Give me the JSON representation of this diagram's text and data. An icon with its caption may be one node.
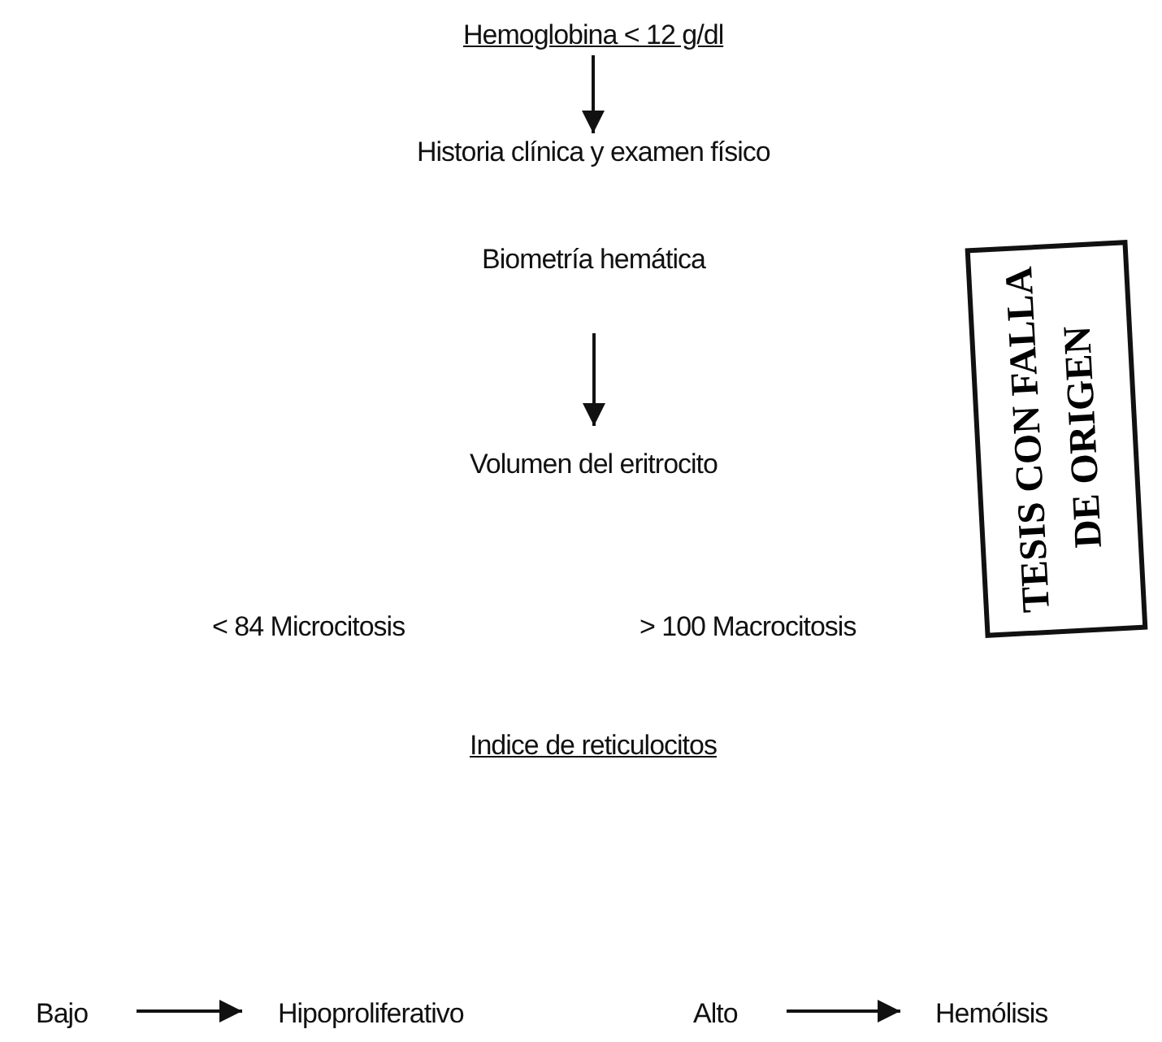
{
  "diagram": {
    "nodes": [
      {
        "text": [
          "Hemoglobina < 12 g/dl"
        ]
      },
      {
        "text": [
          "Historia clínica y examen físico"
        ]
      },
      {
        "text": [
          "Biometría hemática"
        ]
      },
      {
        "text": [
          "Volumen del eritrocito"
        ]
      },
      {
        "text": [
          "Bajo"
        ]
      },
      {
        "text": [
          "Hipoproliferativo"
        ]
      },
      {
        "text": [
          "Alto"
        ]
      },
      {
        "text": [
          "Hemólisis"
        ]
      },
      {
        "text": [
          "TESIS CON FALLA DE ORIGEN"
        ]
      }
    ],
    "edges": [
      {
        "from": 0,
        "to": 1,
        "arrow": "to"
      },
      {
        "from": 2,
        "to": 3,
        "arrow": "to"
      },
      {
        "from": 4,
        "to": 5,
        "arrow": "to"
      },
      {
        "from": 6,
        "to": 7,
        "arrow": "to"
      }
    ],
    "labels": [
      "< 84 Microcitosis",
      "> 100 Macrocitosis",
      "Indice de reticulocitos"
    ]
  }
}
